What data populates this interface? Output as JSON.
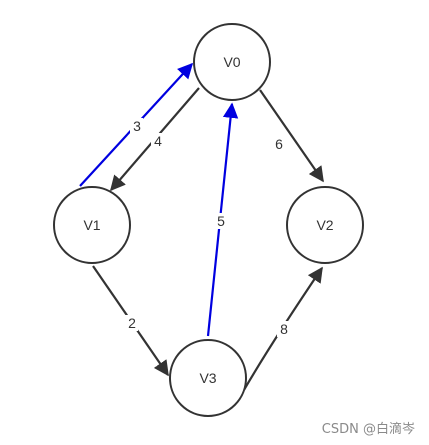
{
  "diagram": {
    "colors": {
      "node_stroke": "#333333",
      "edge_default": "#333333",
      "edge_highlight": "#0000e0",
      "label_text": "#333333"
    },
    "nodes": [
      {
        "id": "V0",
        "label": "V0"
      },
      {
        "id": "V1",
        "label": "V1"
      },
      {
        "id": "V2",
        "label": "V2"
      },
      {
        "id": "V3",
        "label": "V3"
      }
    ],
    "edges": [
      {
        "from": "V1",
        "to": "V0",
        "weight": "3",
        "highlighted": true
      },
      {
        "from": "V0",
        "to": "V1",
        "weight": "4",
        "highlighted": false
      },
      {
        "from": "V0",
        "to": "V2",
        "weight": "6",
        "highlighted": false
      },
      {
        "from": "V3",
        "to": "V0",
        "weight": "5",
        "highlighted": true
      },
      {
        "from": "V1",
        "to": "V3",
        "weight": "2",
        "highlighted": false
      },
      {
        "from": "V3",
        "to": "V2",
        "weight": "8",
        "highlighted": false
      }
    ]
  },
  "watermark": "CSDN @白滴岑"
}
